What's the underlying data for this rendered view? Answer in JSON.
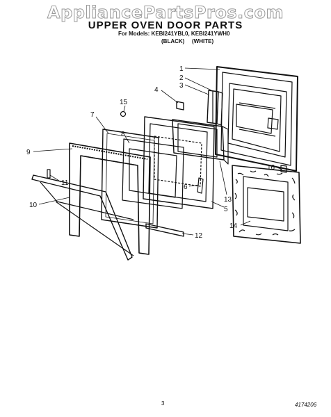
{
  "watermark": "AppliancePartsPros.com",
  "title": "UPPER OVEN DOOR PARTS",
  "models_line": "For Models: KEBI241YBL0, KEBI241YWH0",
  "color_black": "(BLACK)",
  "color_white": "(WHITE)",
  "page_number": "3",
  "doc_number": "4174206",
  "callouts": [
    "1",
    "2",
    "3",
    "4",
    "15",
    "7",
    "8",
    "9",
    "11",
    "10",
    "6",
    "13",
    "5",
    "16",
    "14",
    "12"
  ]
}
